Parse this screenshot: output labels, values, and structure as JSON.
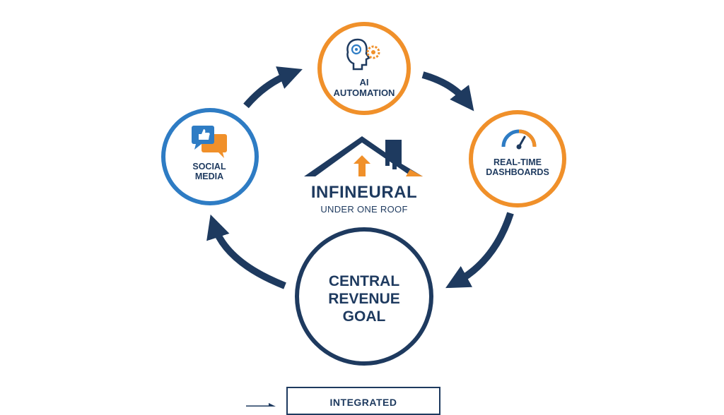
{
  "diagram": {
    "nodes": {
      "ai_automation": {
        "label_line1": "AI",
        "label_line2": "AUTOMATION",
        "icon": "brain-gear-icon",
        "ring_color": "#f0902a"
      },
      "social_media": {
        "label_line1": "SOCIAL",
        "label_line2": "MEDIA",
        "icon": "chat-thumbs-up-icon",
        "ring_color": "#2e7cc4"
      },
      "real_time_dashboards": {
        "label_line1": "REAL-TIME",
        "label_line2": "DASHBOARDS",
        "icon": "gauge-icon",
        "ring_color": "#f0902a"
      },
      "central_goal": {
        "label_line1": "CENTRAL",
        "label_line2": "REVENUE",
        "label_line3": "GOAL",
        "ring_color": "#1e3a5f"
      }
    },
    "brand": {
      "name": "INFINEURAL",
      "tagline": "UNDER ONE ROOF",
      "icon": "house-roof-icon"
    },
    "bottom_box": {
      "label": "INTEGRATED"
    },
    "colors": {
      "navy": "#1e3a5f",
      "orange": "#f0902a",
      "blue": "#2e7cc4"
    }
  }
}
